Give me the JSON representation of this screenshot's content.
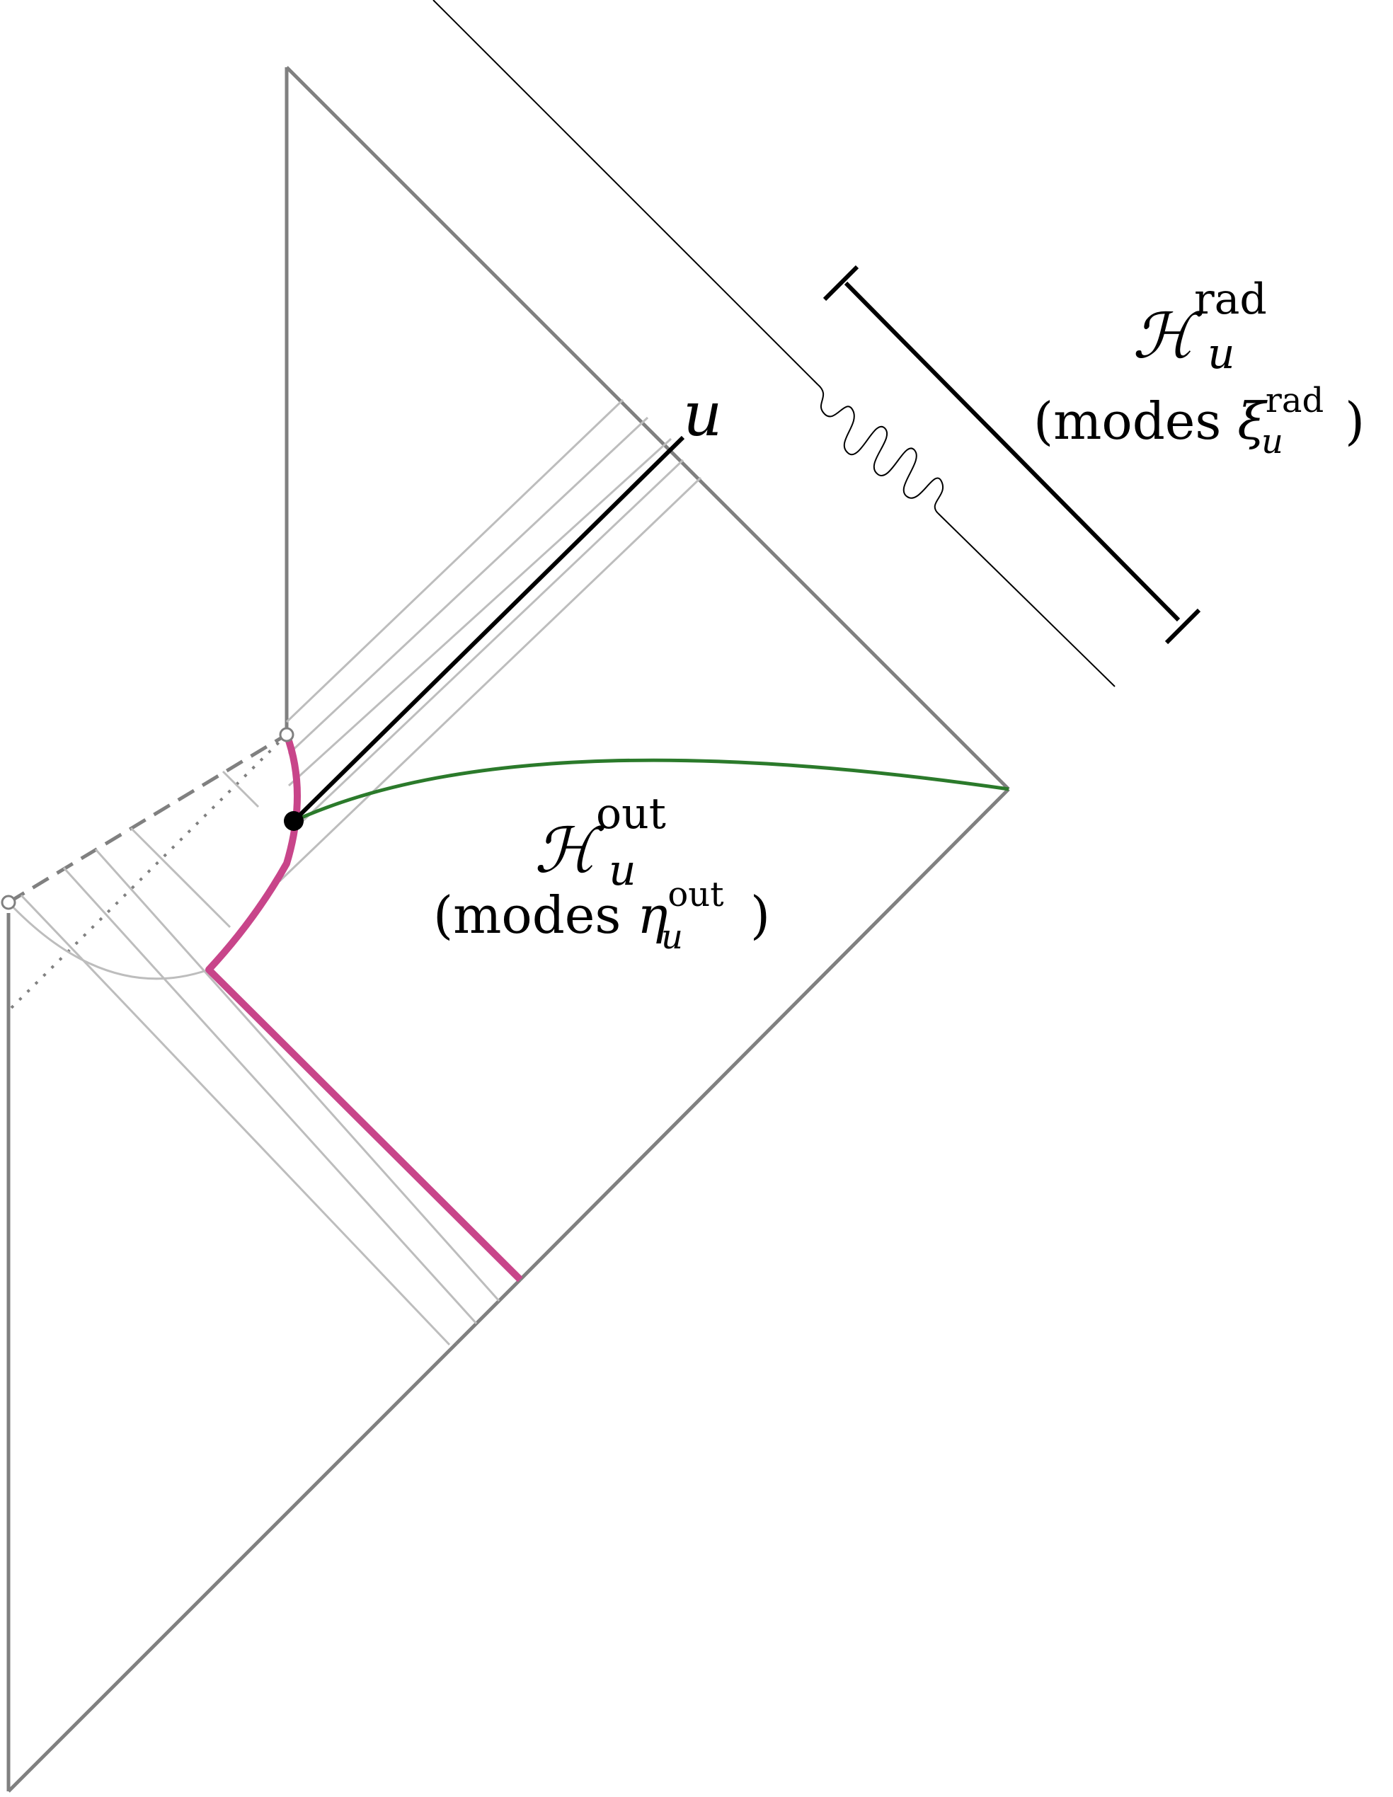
{
  "labels": {
    "u": "u",
    "h_rad": {
      "symbol": "ℋ",
      "sup": "rad",
      "sub": "u",
      "modes_open": "(modes ",
      "mode_symbol": "ξ",
      "mode_sup": "rad",
      "mode_sub": "u",
      "modes_close": ")"
    },
    "h_out": {
      "symbol": "ℋ",
      "sup": "out",
      "sub": "u",
      "modes_open": "(modes ",
      "mode_symbol": "η",
      "mode_sup": "out",
      "mode_sub": "u",
      "modes_close": ")"
    }
  },
  "colors": {
    "boundary": "#808080",
    "light_rays": "#bdbdbd",
    "magenta_worldline": "#c8458a",
    "green_slice": "#2b7a2b",
    "black_ray": "#000000",
    "background": "#ffffff"
  },
  "icons": {
    "endpoint_marker": "hollow-circle",
    "event_point": "filled-circle",
    "radiation_quantum": "wavy-line"
  }
}
